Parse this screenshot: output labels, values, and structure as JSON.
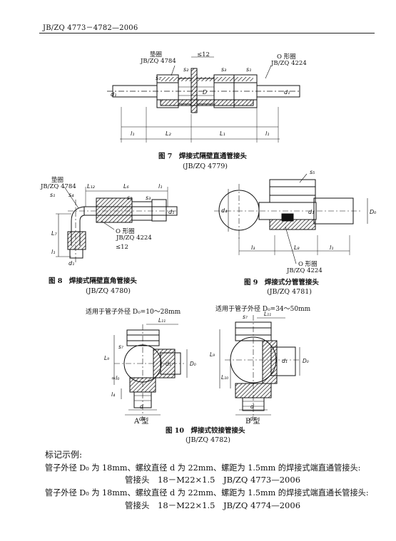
{
  "header": {
    "standard_range": "JB/ZQ 4773－4782—2006"
  },
  "fig7": {
    "label_gasket": "垫圈",
    "label_gasket_std": "JB/ZQ 4784",
    "label_oring": "O 形圈",
    "label_oring_std": "JB/ZQ 4224",
    "dim_max": "≤12",
    "caption": "图 7　焊接式隔壁直通管接头",
    "caption_std": "(JB/ZQ 4779)"
  },
  "fig8": {
    "label_gasket": "垫圈",
    "label_gasket_std": "JB/ZQ 4784",
    "label_oring": "O 形圈",
    "label_oring_std": "JB/ZQ 4224",
    "dim_max": "≤12",
    "caption": "图 8　焊接式隔壁直角管接头",
    "caption_std": "(JB/ZQ 4780)"
  },
  "fig9": {
    "label_oring": "O 形圈",
    "label_oring_std": "JB/ZQ 4224",
    "caption": "图 9　焊接式分管管接头",
    "caption_std": "(JB/ZQ 4781)"
  },
  "fig10": {
    "range_a": "适用于管子外径 D₀=10～28mm",
    "range_b": "适用于管子外径 D₀=34～50mm",
    "type_a": "A 型",
    "type_b": "B 型",
    "caption": "图 10　焊接式铰接管接头",
    "caption_std": "(JB/ZQ 4782)"
  },
  "marking": {
    "heading": "标记示例:",
    "ex1_desc": "管子外径 D₀ 为 18mm、螺纹直径 d 为 22mm、螺距为 1.5mm 的焊接式端直通管接头:",
    "ex1_mark": "管接头　18－M22×1.5　JB/ZQ 4773—2006",
    "ex2_desc": "管子外径 D₀ 为 18mm、螺纹直径 d 为 22mm、螺距为 1.5mm 的焊接式端直通长管接头:",
    "ex2_mark": "管接头　18－M22×1.5　JB/ZQ 4774—2006"
  }
}
